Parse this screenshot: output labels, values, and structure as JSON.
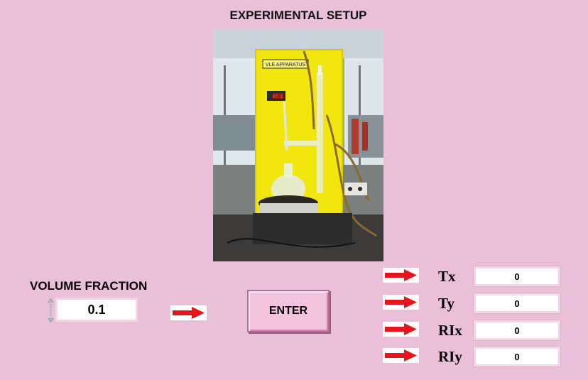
{
  "header": {
    "title": "EXPERIMENTAL SETUP"
  },
  "photo": {
    "device_label": "VLE APPARATUS",
    "meter_reading": "87.1"
  },
  "input": {
    "label": "VOLUME FRACTION",
    "value": "0.1"
  },
  "enter_button": {
    "label": "ENTER"
  },
  "outputs": [
    {
      "label": "Tx",
      "value": "0"
    },
    {
      "label": "Ty",
      "value": "0"
    },
    {
      "label": "RIx",
      "value": "0"
    },
    {
      "label": "RIy",
      "value": "0"
    }
  ],
  "colors": {
    "background": "#eabfd8",
    "arrow": "#e8141b",
    "button": "#f4c3de"
  }
}
